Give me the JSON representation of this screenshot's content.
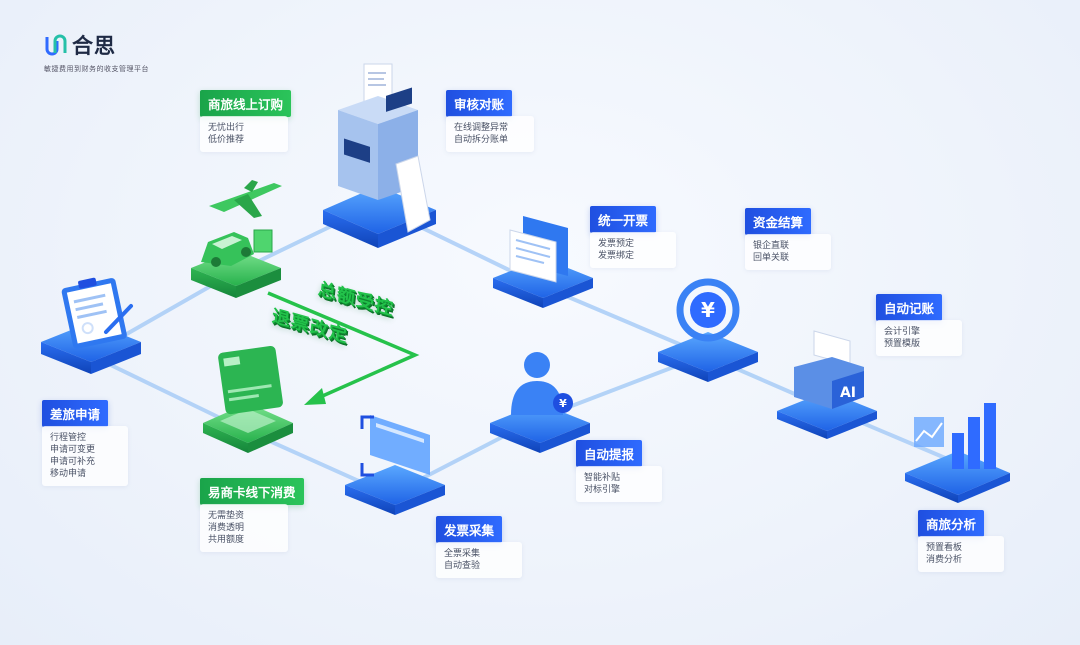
{
  "brand": {
    "name": "合思",
    "slogan": "敏捷费用到财务的收支管理平台"
  },
  "colors": {
    "accent": "#1f4fe0",
    "green": "#22c24a",
    "line": "#a9cdf7"
  },
  "steps": {
    "business_travel_order": {
      "title": "商旅线上订购",
      "lines": [
        "无忧出行",
        "低价推荐"
      ]
    },
    "audit_reconcile": {
      "title": "审核对账",
      "lines": [
        "在线调整异常",
        "自动拆分账单"
      ]
    },
    "unified_invoicing": {
      "title": "统一开票",
      "lines": [
        "发票预定",
        "发票绑定"
      ]
    },
    "fund_settlement": {
      "title": "资金结算",
      "lines": [
        "银企直联",
        "回单关联"
      ]
    },
    "auto_accounting": {
      "title": "自动记账",
      "lines": [
        "会计引擎",
        "预置模版"
      ]
    },
    "travel_application": {
      "title": "差旅申请",
      "lines": [
        "行程管控",
        "申请可变更",
        "申请可补充",
        "移动申请"
      ]
    },
    "card_offline": {
      "title": "易商卡线下消费",
      "lines": [
        "无需垫资",
        "消费透明",
        "共用额度"
      ]
    },
    "invoice_collection": {
      "title": "发票采集",
      "lines": [
        "全票采集",
        "自动查验"
      ]
    },
    "auto_reimburse": {
      "title": "自动提报",
      "lines": [
        "智能补贴",
        "对标引擎"
      ]
    },
    "travel_analysis": {
      "title": "商旅分析",
      "lines": [
        "预置看板",
        "消费分析"
      ]
    }
  },
  "flow_labels": {
    "label1": "总额受控",
    "label2": "退票改定"
  },
  "icons": {
    "ai_text": "AI",
    "yen": "¥"
  }
}
